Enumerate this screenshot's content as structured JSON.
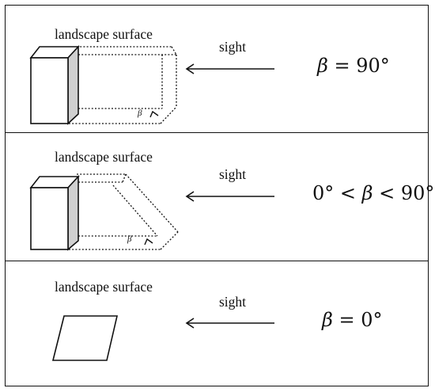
{
  "panels": [
    {
      "surface_label": "landscape surface",
      "sight_label": "sight",
      "beta_symbol": "β",
      "condition_prefix": "",
      "condition_suffix": " = 90°",
      "angle_label": "β"
    },
    {
      "surface_label": "landscape surface",
      "sight_label": "sight",
      "beta_symbol": "β",
      "condition_prefix": "0° < ",
      "condition_suffix": " < 90°",
      "angle_label": "β"
    },
    {
      "surface_label": "landscape surface",
      "sight_label": "sight",
      "beta_symbol": "β",
      "condition_prefix": "",
      "condition_suffix": " = 0°"
    }
  ],
  "colors": {
    "stroke": "#111111",
    "box_side": "#d0d0d0"
  }
}
